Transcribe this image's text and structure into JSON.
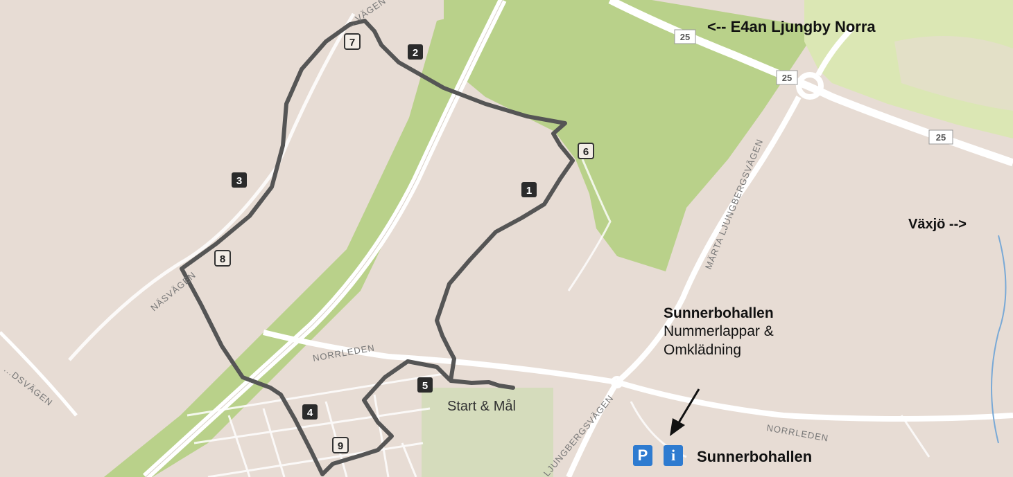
{
  "directions": {
    "e4an": "<-- E4an Ljungby Norra",
    "vaxjo": "Växjö -->"
  },
  "venue": {
    "name": "Sunnerbohallen",
    "line1": "Nummerlappar &",
    "line2": "Omklädning",
    "bottom_label": "Sunnerbohallen"
  },
  "start_finish": "Start & Mål",
  "roads": {
    "norrleden_a": "NORRLEDEN",
    "norrleden_b": "NORRLEDEN",
    "nasvagen": "NÄSVÄGEN",
    "marta": "MÄRTA LJUNGBERGSVÄGEN",
    "ljungbergs": "LJUNGBERGSVÄGEN",
    "top_vag": "...VÄGEN",
    "left_vag": "...DSVÄGEN",
    "route_shield": "25"
  },
  "km_markers_dark": [
    "1",
    "2",
    "3",
    "4",
    "5"
  ],
  "km_markers_light": [
    "6",
    "7",
    "8",
    "9"
  ],
  "icons": {
    "parking": "P",
    "info": "i"
  },
  "colors": {
    "background": "#e7dcd4",
    "green_area": "#b9d18a",
    "light_green_area": "#dbe7b4",
    "route": "#555555",
    "parking_bg": "#2e7bd0",
    "info_bg": "#2e7bd0"
  }
}
